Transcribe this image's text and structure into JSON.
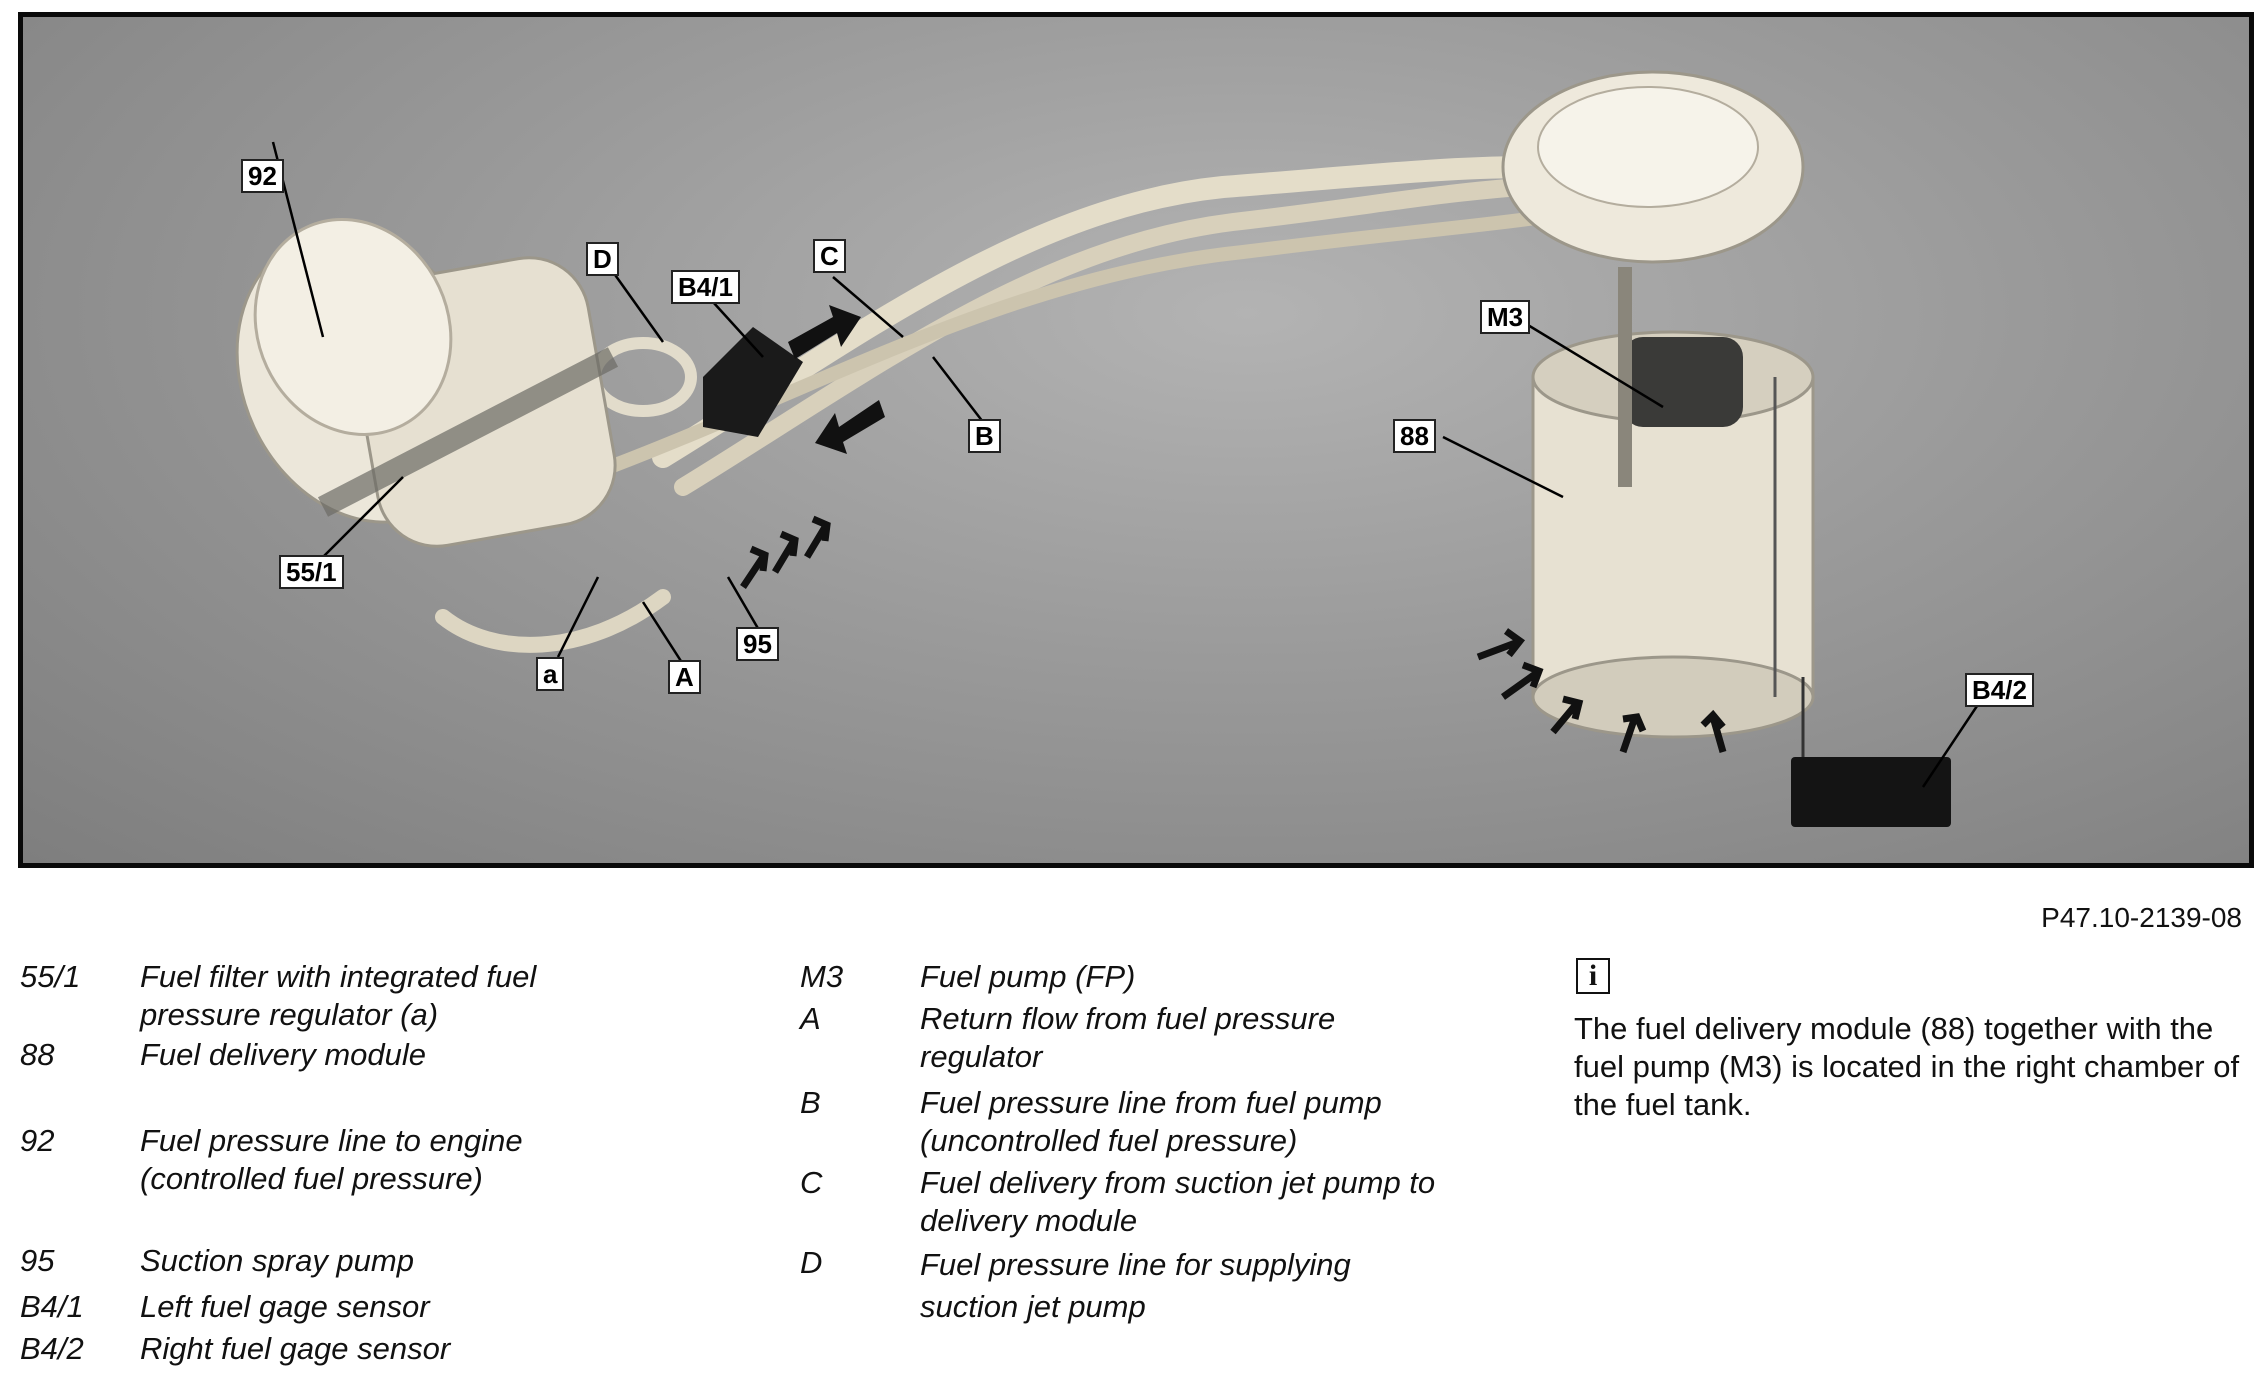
{
  "figure": {
    "photo_id": "P47.10-2139-08",
    "callouts": [
      "92",
      "D",
      "B4/1",
      "C",
      "B",
      "55/1",
      "a",
      "A",
      "95",
      "M3",
      "88",
      "B4/2"
    ]
  },
  "legend": {
    "left": [
      {
        "code": "55/1",
        "desc": "Fuel filter with integrated fuel pressure regulator (a)"
      },
      {
        "code": "88",
        "desc": "Fuel delivery module"
      },
      {
        "code": "92",
        "desc": "Fuel pressure line to engine (controlled fuel pressure)"
      },
      {
        "code": "95",
        "desc": "Suction spray pump"
      },
      {
        "code": "B4/1",
        "desc": "Left fuel gage sensor"
      },
      {
        "code": "B4/2",
        "desc": "Right fuel gage sensor"
      }
    ],
    "middle": [
      {
        "code": "M3",
        "desc": "Fuel pump (FP)"
      },
      {
        "code": "A",
        "desc": "Return flow from fuel pressure regulator"
      },
      {
        "code": "B",
        "desc": "Fuel pressure line from fuel pump (uncontrolled fuel pressure)"
      },
      {
        "code": "C",
        "desc": "Fuel delivery from suction jet pump to delivery module"
      },
      {
        "code": "D",
        "desc": "Fuel pressure line for supplying suction jet pump"
      }
    ]
  },
  "info": {
    "icon": "info-icon",
    "icon_glyph": "i",
    "text": "The fuel delivery module (88) together with the fuel pump (M3) is located in the right chamber of the fuel tank."
  }
}
